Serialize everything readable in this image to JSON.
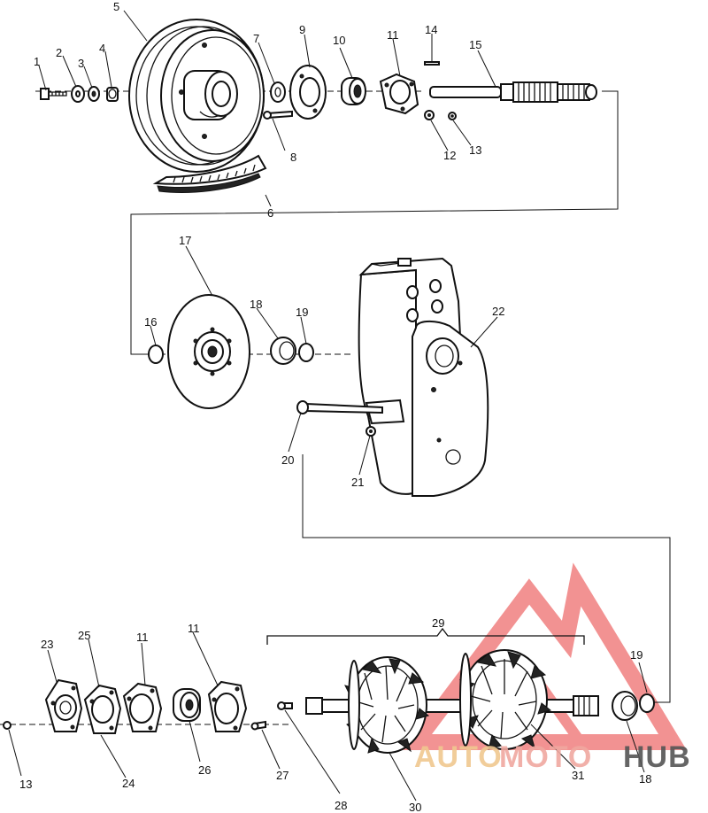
{
  "labels": {
    "p1": "1",
    "p2": "2",
    "p3": "3",
    "p4": "4",
    "p5": "5",
    "p6": "6",
    "p7": "7",
    "p8": "8",
    "p9": "9",
    "p10": "10",
    "p11a": "11",
    "p12": "12",
    "p13a": "13",
    "p14": "14",
    "p15": "15",
    "p16": "16",
    "p17": "17",
    "p18a": "18",
    "p19a": "19",
    "p20": "20",
    "p21": "21",
    "p22": "22",
    "p23": "23",
    "p24": "24",
    "p25": "25",
    "p11b": "11",
    "p11c": "11",
    "p26": "26",
    "p27": "27",
    "p28": "28",
    "p29": "29",
    "p30": "30",
    "p31": "31",
    "p18b": "18",
    "p19b": "19",
    "p13b": "13"
  },
  "watermark": {
    "text_auto": "AUTO",
    "text_moto": "MOTO",
    "text_hub": "HUB",
    "color_triangle": "#f08080",
    "color_auto": "#f0c890",
    "color_moto": "#f0a8a0",
    "color_hub": "#555555"
  }
}
